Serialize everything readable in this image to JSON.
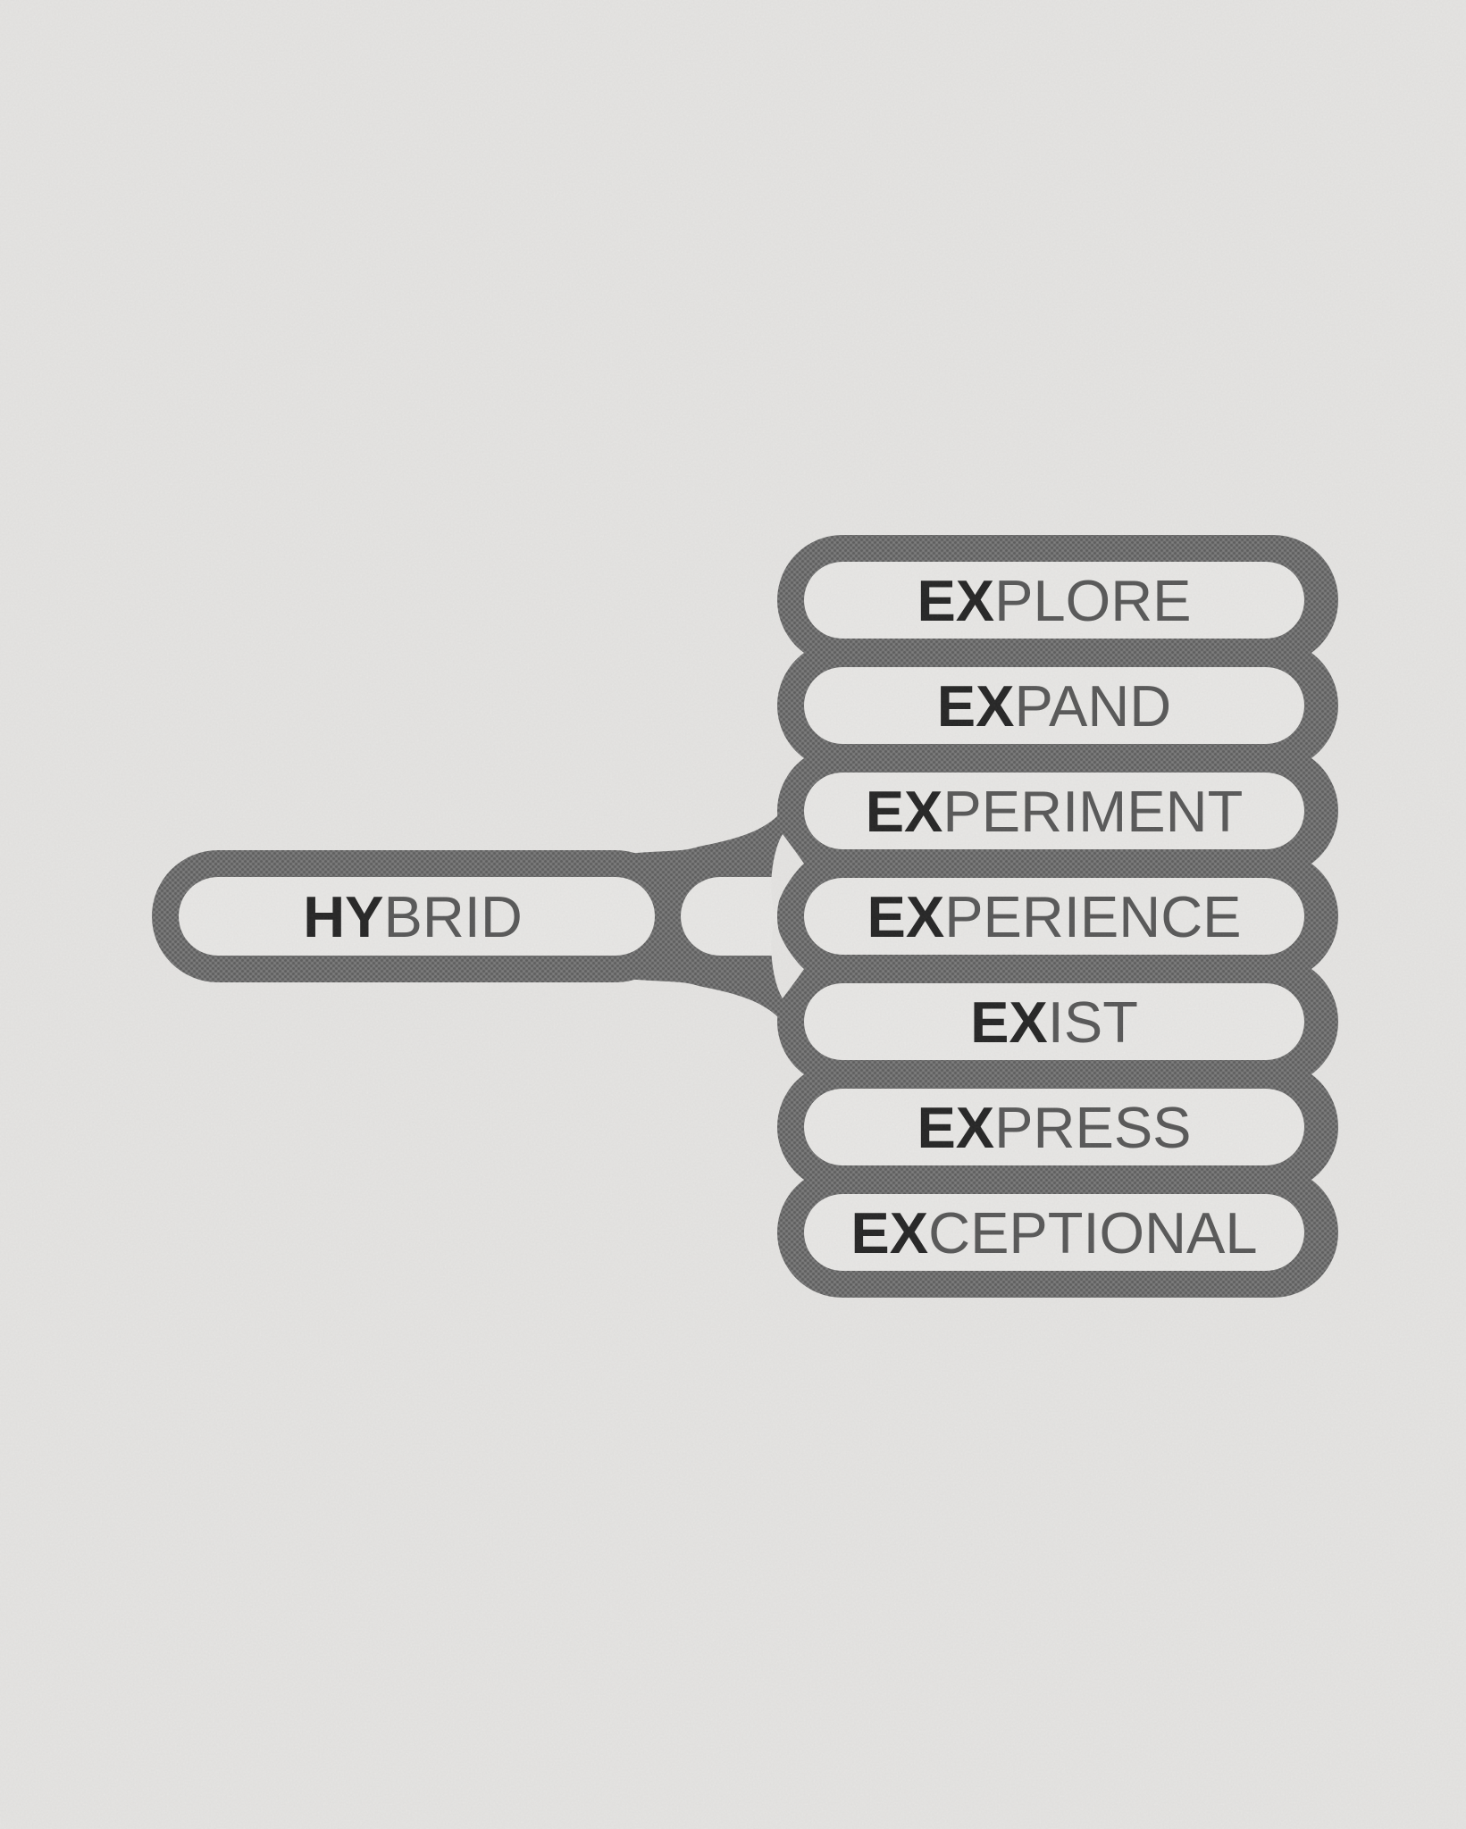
{
  "diagram": {
    "type": "word-association-map",
    "root": {
      "prefix": "HY",
      "suffix": "BRID",
      "word": "HYBRID"
    },
    "branches": [
      {
        "prefix": "EX",
        "suffix": "PLORE",
        "word": "EXPLORE"
      },
      {
        "prefix": "EX",
        "suffix": "PAND",
        "word": "EXPAND"
      },
      {
        "prefix": "EX",
        "suffix": "PERIMENT",
        "word": "EXPERIMENT"
      },
      {
        "prefix": "EX",
        "suffix": "PERIENCE",
        "word": "EXPERIENCE"
      },
      {
        "prefix": "EX",
        "suffix": "IST",
        "word": "EXIST"
      },
      {
        "prefix": "EX",
        "suffix": "PRESS",
        "word": "EXPRESS"
      },
      {
        "prefix": "EX",
        "suffix": "CEPTIONAL",
        "word": "EXCEPTIONAL"
      }
    ]
  },
  "colors": {
    "background": "#e8e7e5",
    "pill_fill": "#ebeae8",
    "outline_base": "#6f6f6f",
    "outline_dot_dark": "#585858",
    "outline_dot_light": "#7c7c7c",
    "prefix_text": "#1f1f1f",
    "suffix_text": "#545454"
  }
}
